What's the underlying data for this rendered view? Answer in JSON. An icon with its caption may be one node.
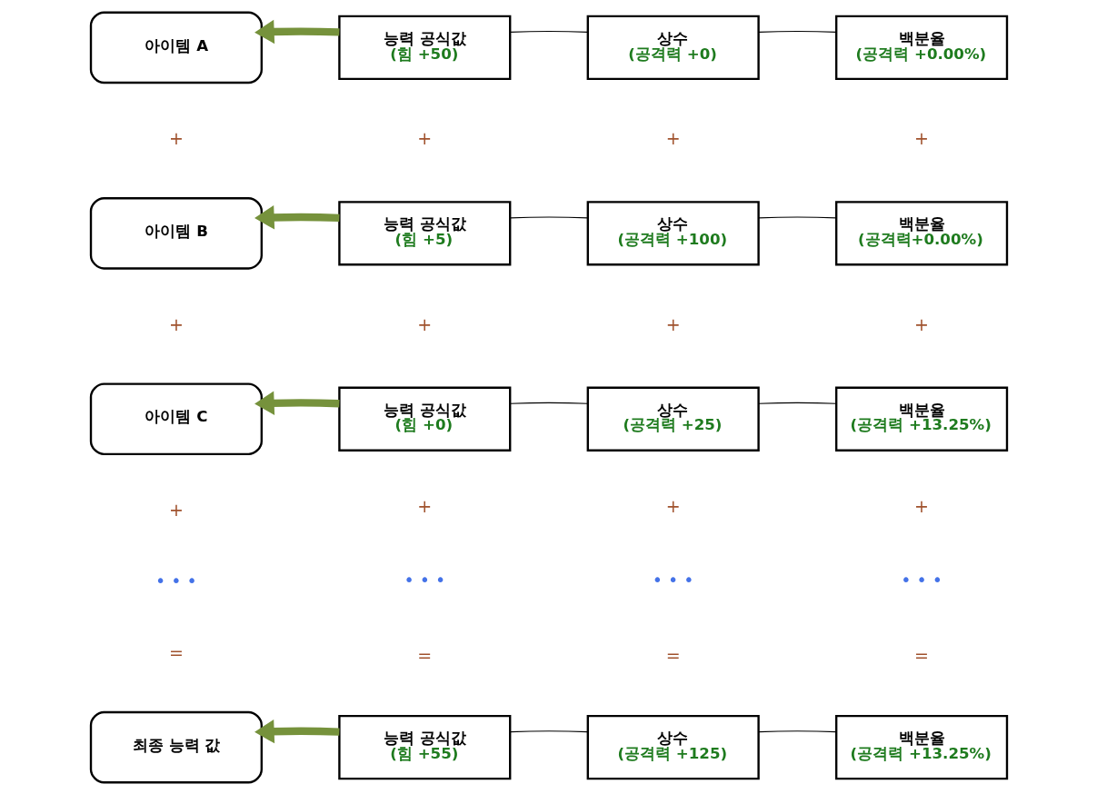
{
  "diagram": {
    "nodes": [
      {
        "text": [
          "아이템 A"
        ]
      },
      {
        "text": [
          "능력 공식값",
          "(힘 +50)"
        ]
      },
      {
        "text": [
          "상수",
          "(공격력 +0)"
        ]
      },
      {
        "text": [
          "백분율",
          "(공격력 +0.00%)"
        ]
      },
      {
        "text": [
          "아이템 B"
        ]
      },
      {
        "text": [
          "능력 공식값",
          "(힘 +5)"
        ]
      },
      {
        "text": [
          "상수",
          "(공격력 +100)"
        ]
      },
      {
        "text": [
          "백분율",
          "(공격력+0.00%)"
        ]
      },
      {
        "text": [
          "아이템 C"
        ]
      },
      {
        "text": [
          "능력 공식값",
          "(힘 +0)"
        ]
      },
      {
        "text": [
          "상수",
          "(공격력 +25)"
        ]
      },
      {
        "text": [
          "백분율",
          "(공격력 +13.25%)"
        ]
      },
      {
        "text": [
          "최종 능력 값"
        ]
      },
      {
        "text": [
          "능력 공식값",
          "(힘 +55)"
        ]
      },
      {
        "text": [
          "상수",
          "(공격력 +125)"
        ]
      },
      {
        "text": [
          "백분율",
          "(공격력 +13.25%)"
        ]
      }
    ],
    "edges": [
      {
        "from": 1,
        "to": 0,
        "arrow": "to",
        "style": "thick",
        "color": "#76923c"
      },
      {
        "from": 1,
        "to": 2,
        "arrow": "none"
      },
      {
        "from": 2,
        "to": 3,
        "arrow": "none"
      },
      {
        "from": 5,
        "to": 4,
        "arrow": "to",
        "style": "thick",
        "color": "#76923c"
      },
      {
        "from": 5,
        "to": 6,
        "arrow": "none"
      },
      {
        "from": 6,
        "to": 7,
        "arrow": "none"
      },
      {
        "from": 9,
        "to": 8,
        "arrow": "to",
        "style": "thick",
        "color": "#76923c"
      },
      {
        "from": 9,
        "to": 10,
        "arrow": "none"
      },
      {
        "from": 10,
        "to": 11,
        "arrow": "none"
      },
      {
        "from": 13,
        "to": 12,
        "arrow": "to",
        "style": "thick",
        "color": "#76923c"
      },
      {
        "from": 13,
        "to": 14,
        "arrow": "none"
      },
      {
        "from": 14,
        "to": 15,
        "arrow": "none"
      }
    ],
    "labels": [
      "+",
      "+",
      "+",
      "+",
      "+",
      "+",
      "+",
      "+",
      "+",
      "+",
      "+",
      "+",
      "• • •",
      "• • •",
      "• • •",
      "• • •",
      "=",
      "=",
      "=",
      "="
    ]
  }
}
